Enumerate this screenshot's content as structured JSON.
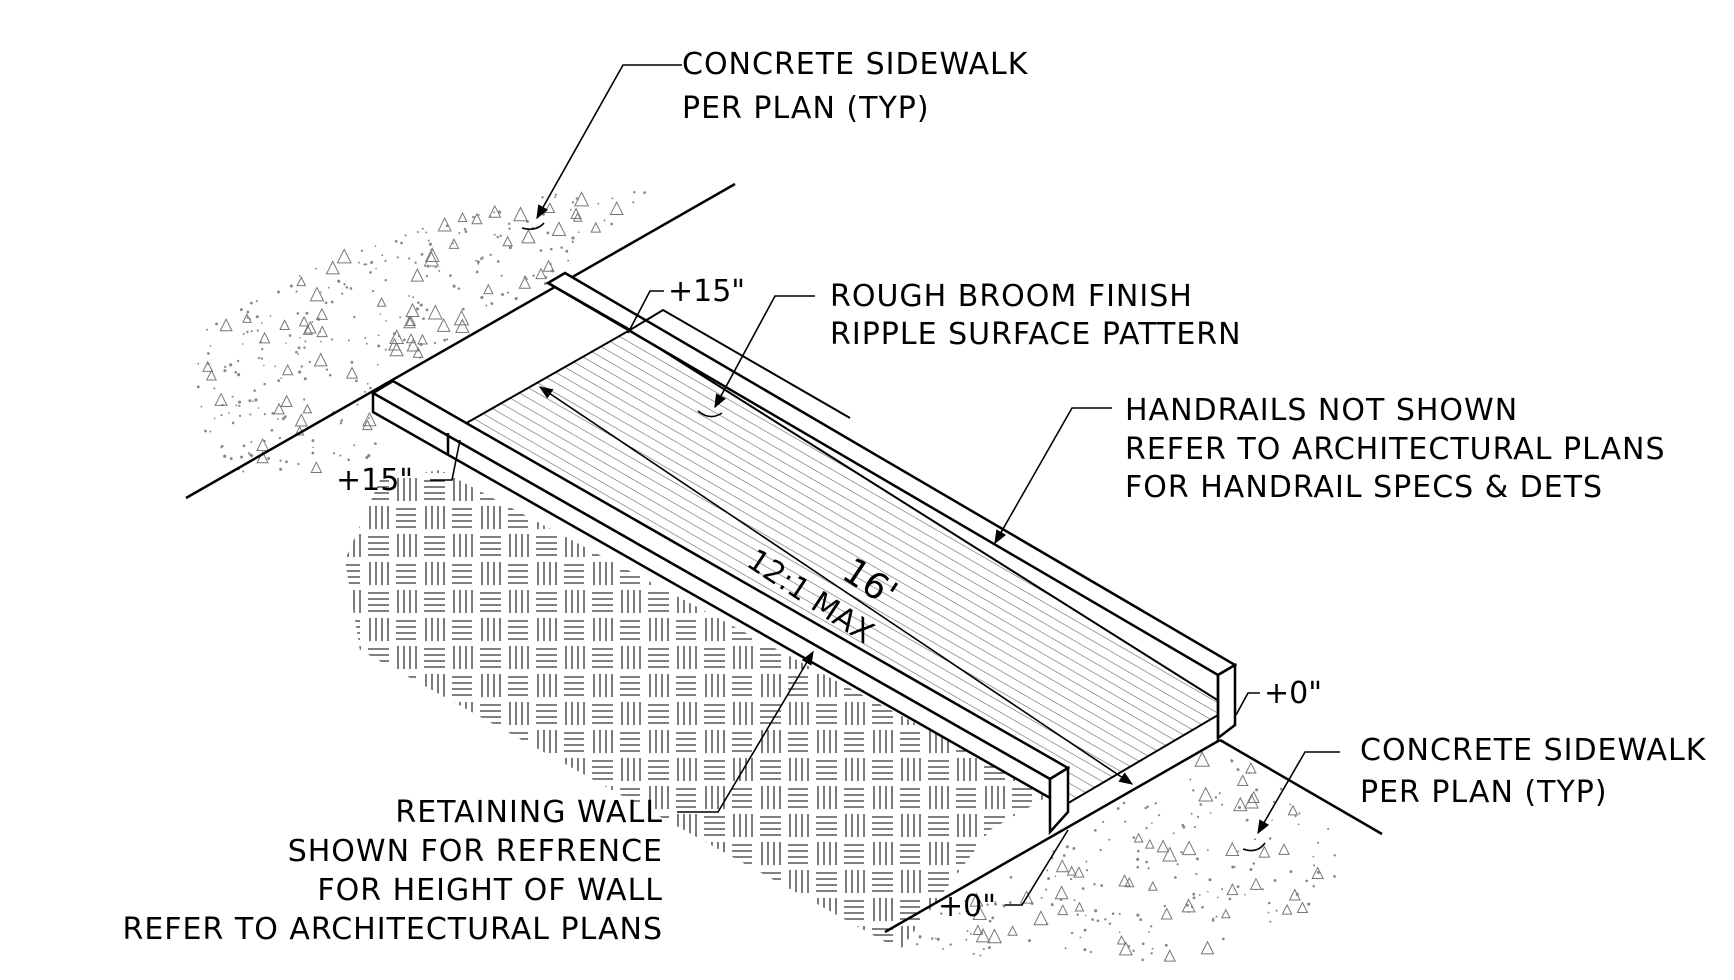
{
  "labels": {
    "sidewalk_top": [
      "CONCRETE  SIDEWALK",
      "PER  PLAN  (TYP)"
    ],
    "broom_finish": [
      "ROUGH  BROOM  FINISH",
      "RIPPLE  SURFACE  PATTERN"
    ],
    "handrails": [
      "HANDRAILS  NOT  SHOWN",
      "REFER  TO  ARCHITECTURAL  PLANS",
      "FOR  HANDRAIL  SPECS  &  DETS"
    ],
    "sidewalk_bottom": [
      "CONCRETE  SIDEWALK",
      "PER  PLAN  (TYP)"
    ],
    "retaining_wall": [
      "RETAINING  WALL",
      "SHOWN  FOR  REFRENCE",
      "FOR  HEIGHT  OF  WALL",
      "REFER  TO  ARCHITECTURAL  PLANS"
    ]
  },
  "dimensions": {
    "elev_top_right": "+15\"",
    "elev_top_left": "+15\"",
    "elev_bottom_right": "+0\"",
    "elev_bottom_left": "+0\"",
    "length": "16'",
    "slope": "12:1  MAX"
  },
  "colors": {
    "ink": "#000000",
    "hatch": "#555555",
    "paper": "#ffffff"
  }
}
